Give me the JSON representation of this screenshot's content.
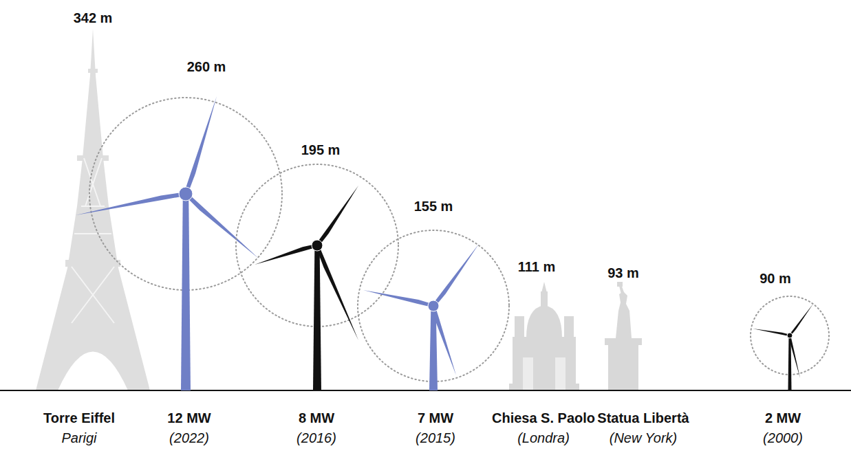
{
  "diagram": {
    "labels": [
      "342 m",
      "260 m",
      "195 m",
      "155 m",
      "111 m",
      "93 m",
      "90 m",
      "Torre Eiffel",
      "Parigi",
      "12 MW",
      "(2022)",
      "8 MW",
      "(2016)",
      "7 MW",
      "(2015)",
      "Chiesa S. Paolo",
      "(Londra)",
      "Statua Libertà",
      "(New York)",
      "2 MW",
      "(2000)"
    ]
  }
}
